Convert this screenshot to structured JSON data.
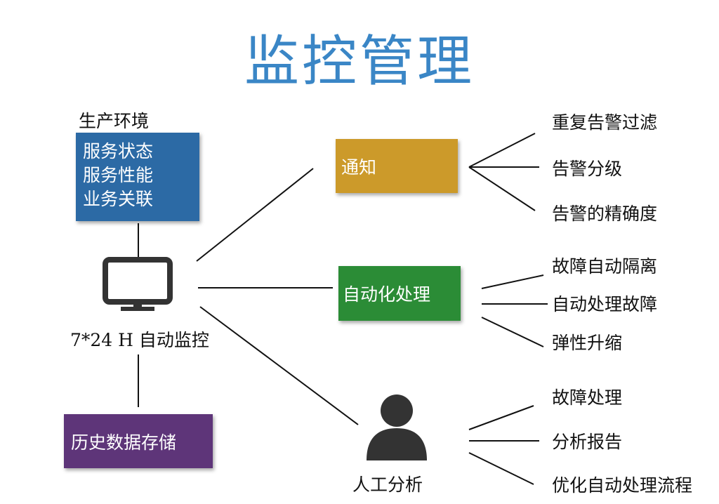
{
  "title": "监控管理",
  "environment": {
    "heading": "生产环境",
    "items": [
      "服务状态",
      "服务性能",
      "业务关联"
    ]
  },
  "monitor_label": "7*24 H 自动监控",
  "history_label": "历史数据存储",
  "manual_label": "人工分析",
  "branches": {
    "notify": {
      "label": "通知",
      "color": "#cc9a2a",
      "items": [
        "重复告警过滤",
        "告警分级",
        "告警的精确度"
      ]
    },
    "auto": {
      "label": "自动化处理",
      "color": "#2b8c36",
      "items": [
        "故障自动隔离",
        "自动处理故障",
        "弹性升缩"
      ]
    },
    "manual": {
      "items": [
        "故障处理",
        "分析报告",
        "优化自动处理流程"
      ]
    }
  },
  "colors": {
    "title": "#3a86c6",
    "environment_box": "#2c6aa5",
    "history_box": "#5e3579",
    "icon": "#333333"
  },
  "icons": {
    "monitor": "monitor-icon",
    "person": "person-icon"
  }
}
